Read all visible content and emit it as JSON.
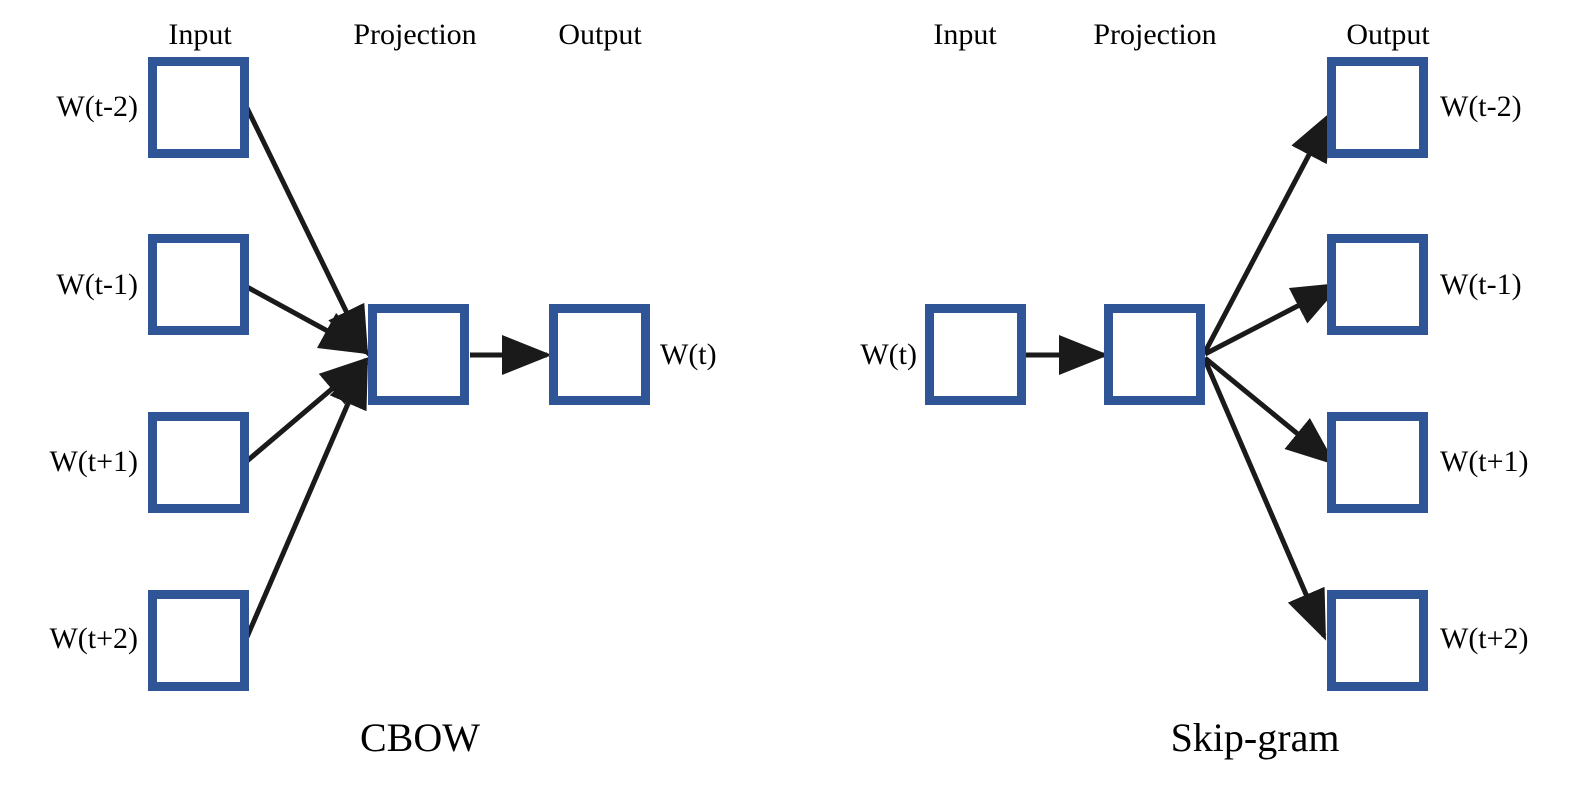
{
  "figure": {
    "background_color": "#ffffff",
    "box_border_color": "#2f5597",
    "arrow_color": "#1a1a1a",
    "text_color": "#000000"
  },
  "diagrams": [
    {
      "id": "cbow",
      "caption": "CBOW",
      "headers": [
        {
          "label": "Input"
        },
        {
          "label": "Projection"
        },
        {
          "label": "Output"
        }
      ],
      "input_labels": [
        {
          "label": "W(t-2)"
        },
        {
          "label": "W(t-1)"
        },
        {
          "label": "W(t+1)"
        },
        {
          "label": "W(t+2)"
        }
      ],
      "output_labels": [
        {
          "label": "W(t)"
        }
      ],
      "edge_count": 5,
      "edge_direction": "inputs-to-projection-to-output"
    },
    {
      "id": "skipgram",
      "caption": "Skip-gram",
      "headers": [
        {
          "label": "Input"
        },
        {
          "label": "Projection"
        },
        {
          "label": "Output"
        }
      ],
      "input_labels": [
        {
          "label": "W(t)"
        }
      ],
      "output_labels": [
        {
          "label": "W(t-2)"
        },
        {
          "label": "W(t-1)"
        },
        {
          "label": "W(t+1)"
        },
        {
          "label": "W(t+2)"
        }
      ],
      "edge_count": 5,
      "edge_direction": "input-to-projection-to-outputs"
    }
  ]
}
